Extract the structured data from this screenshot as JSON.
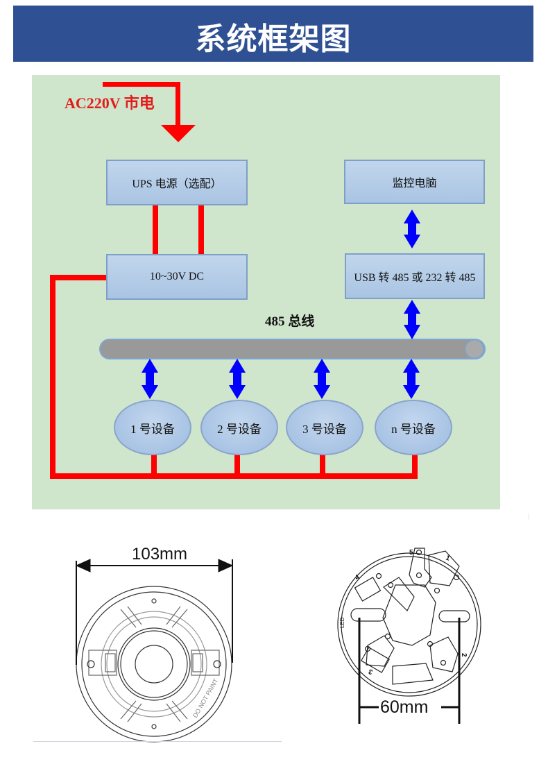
{
  "header": {
    "title": "系统框架图"
  },
  "diagram": {
    "ac_input": "AC220V 市电",
    "ups_box": "UPS 电源（选配）",
    "dc_box": "10~30V DC",
    "pc_box": "监控电脑",
    "converter_box": "USB 转 485 或 232 转 485",
    "bus_label": "485 总线",
    "devices": [
      "1 号设备",
      "2 号设备",
      "3 号设备",
      "n 号设备"
    ],
    "colors": {
      "header_bg": "#2f5193",
      "panel_bg": "#cfe6cc",
      "power_line": "#ff0000",
      "data_arrow": "#0000ff",
      "bus": "#9a9a9a"
    }
  },
  "drawings": {
    "detector_width": "103mm",
    "detector_marking": "DO NOT PAINT",
    "base_hole_spacing": "60mm",
    "base_terminals": [
      "1",
      "2",
      "3",
      "4",
      "5"
    ],
    "base_led_label": "LED"
  }
}
